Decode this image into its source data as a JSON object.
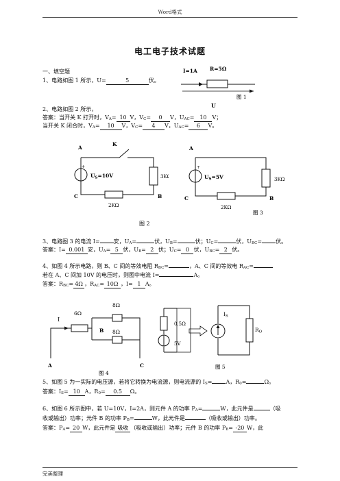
{
  "header": {
    "text": "Word格式"
  },
  "footer": {
    "text": "完美整理"
  },
  "title": "电工电子技术试题",
  "section1": {
    "heading": "一、填空题"
  },
  "q1": {
    "prefix": "1、电路如图 1 所示，U=",
    "answer": "5",
    "suffix": "伏。",
    "fig": {
      "current": "I=1A",
      "resistor": "R=5Ω",
      "voltage": "U",
      "caption": "图 1"
    }
  },
  "q2": {
    "line1": "2、电路如图 2 所示，",
    "line2": {
      "lead": "答案：当开关 K 打开时，",
      "va_label": "V",
      "va_sub": "A",
      "va_eq": "=",
      "va_val": "10",
      "vc_pre": "V，V",
      "vc_sub": "C",
      "vc_eq": "=",
      "vc_val": "0",
      "uac_pre": "V，U",
      "uac_sub": "AC",
      "uac_eq": "=",
      "uac_val": "10",
      "end": "V；"
    },
    "line3": {
      "lead": "当开关 K 闭合时，",
      "va_label": "V",
      "va_sub": "A",
      "va_eq": "=",
      "va_val": "10",
      "vc_pre": "V，V",
      "vc_sub": "C",
      "vc_eq": "=",
      "vc_val": "4",
      "uac_pre": "V，U",
      "uac_sub": "AC",
      "uac_eq": "=",
      "uac_val": "6",
      "end": "V。"
    }
  },
  "fig2": {
    "A": "A",
    "K": "K",
    "source": "U",
    "source_sub": "S",
    "source_val": "=10V",
    "plus": "+",
    "R_right": "3KΩ",
    "R_bottom": "2KΩ",
    "B": "B",
    "C": "C",
    "caption": "图 2"
  },
  "fig3": {
    "A": "A",
    "source": "U",
    "source_sub": "S",
    "source_val": "=5V",
    "plus": "+",
    "R_right": "3KΩ",
    "R_bottom": "2KΩ",
    "B": "B",
    "C": "C",
    "caption": "图 3"
  },
  "q3": {
    "line1": {
      "a": "3、电路图 3 的电流 I=",
      "b": "安，U",
      "b_sub": "A",
      "c": "=",
      "d": "伏，U",
      "d_sub": "B",
      "e": "=",
      "f": "伏；U",
      "f_sub": "C",
      "g": "=",
      "h": "伏，U",
      "h_sub": "BC",
      "i": "=",
      "j": "伏。"
    },
    "line2": {
      "a": "答案：I=",
      "i_val": "0.001",
      "b": "安，U",
      "b_sub": "A",
      "c": "=",
      "ua_val": "5",
      "d": "伏，U",
      "d_sub": "B",
      "e": "=",
      "ub_val": "2",
      "f": "伏；U",
      "f_sub": "C",
      "g": "=",
      "uc_val": "0",
      "h": "伏，U",
      "h_sub": "BC",
      "i": "=",
      "ubc_val": "2",
      "j": "伏。"
    }
  },
  "q4": {
    "line1": {
      "a": "4、如图 4 所示电路，则 B、C 间的等效电阻 R",
      "a_sub": "BC",
      "b": "=",
      "c": "，A、C 间的等效电 R",
      "c_sub": "AC",
      "d": "="
    },
    "line2": {
      "a": "若在 A、C 间加 10V 的电压时，则图中电流 I=",
      "b": "A。"
    },
    "line3": {
      "a": "答案：R",
      "a_sub": "BC",
      "b": "=",
      "rbc_val": "4Ω",
      "c": "，R",
      "c_sub": "AC",
      "d": "=",
      "rac_val": "10Ω",
      "e": "，I=",
      "i_val": "1",
      "f": "A。"
    }
  },
  "fig4": {
    "I": "I",
    "R1": "6Ω",
    "R2": "8Ω",
    "R3": "8Ω",
    "B": "B",
    "A": "A",
    "C": "C",
    "caption": "图 4"
  },
  "fig5": {
    "R_left": "0.5Ω",
    "V": "5V",
    "Is": "I",
    "Is_sub": "S",
    "Ro": "R",
    "Ro_sub": "O",
    "caption": "图 5"
  },
  "q5": {
    "line1": {
      "a": "5、如图 5 为一实际的电压源，若将它转换为电流源，则电流源的 I",
      "a_sub": "S",
      "b": "=",
      "c": "A，R",
      "c_sub": "0",
      "d": "=",
      "e": "Ω。"
    },
    "line2": {
      "a": "答案：I",
      "a_sub": "S",
      "b": "=",
      "is_val": "10",
      "c": "A，R",
      "c_sub": "0",
      "d": "=",
      "r0_val": "0.5",
      "e": "Ω。"
    }
  },
  "q6": {
    "line1": {
      "a": "6、如图 6 所示图中，若 U=10V，I=2A，则元件 A 的功率 P",
      "a_sub": "A",
      "b": "=",
      "c": "W，此元件是",
      "d": "（吸"
    },
    "line2": {
      "a": "收或输出）功率；元件 B 的功率 P",
      "a_sub": "B",
      "b": "=",
      "c": "W，此元件是",
      "d": "（吸收或输出）功率。"
    },
    "line3": {
      "a": "答案：P",
      "a_sub": "A",
      "b": "=",
      "pa_val": "20",
      "c": "W，此元件是",
      "pa_kind": "吸收",
      "d": "（吸收或输出）功率；元件 B 的功率 P",
      "d_sub": "B",
      "e": "=",
      "pb_val": "-20",
      "f": "W，此"
    }
  }
}
